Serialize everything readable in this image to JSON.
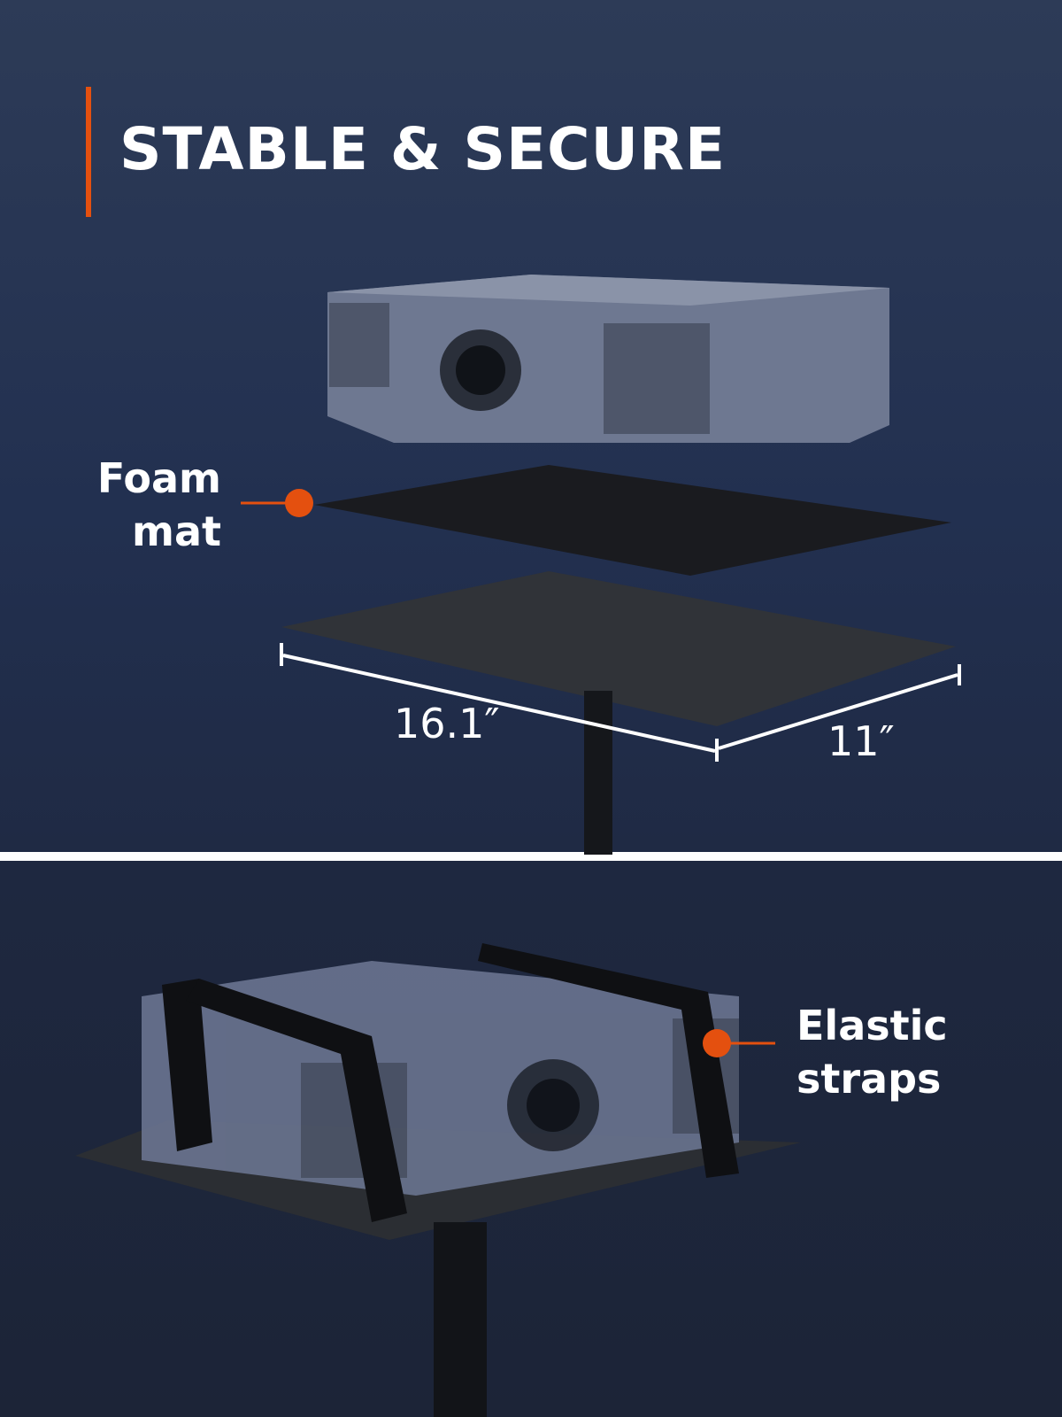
{
  "header": {
    "title": "STABLE & SECURE"
  },
  "callouts": {
    "foam_mat": [
      "Foam",
      "mat"
    ],
    "elastic_straps": [
      "Elastic",
      "straps"
    ]
  },
  "dimensions": {
    "width": "16.1″",
    "depth": "11″"
  },
  "colors": {
    "accent": "#e4500f",
    "background_top": "#2d3b57",
    "background_bottom": "#1c2437",
    "text": "#ffffff"
  }
}
